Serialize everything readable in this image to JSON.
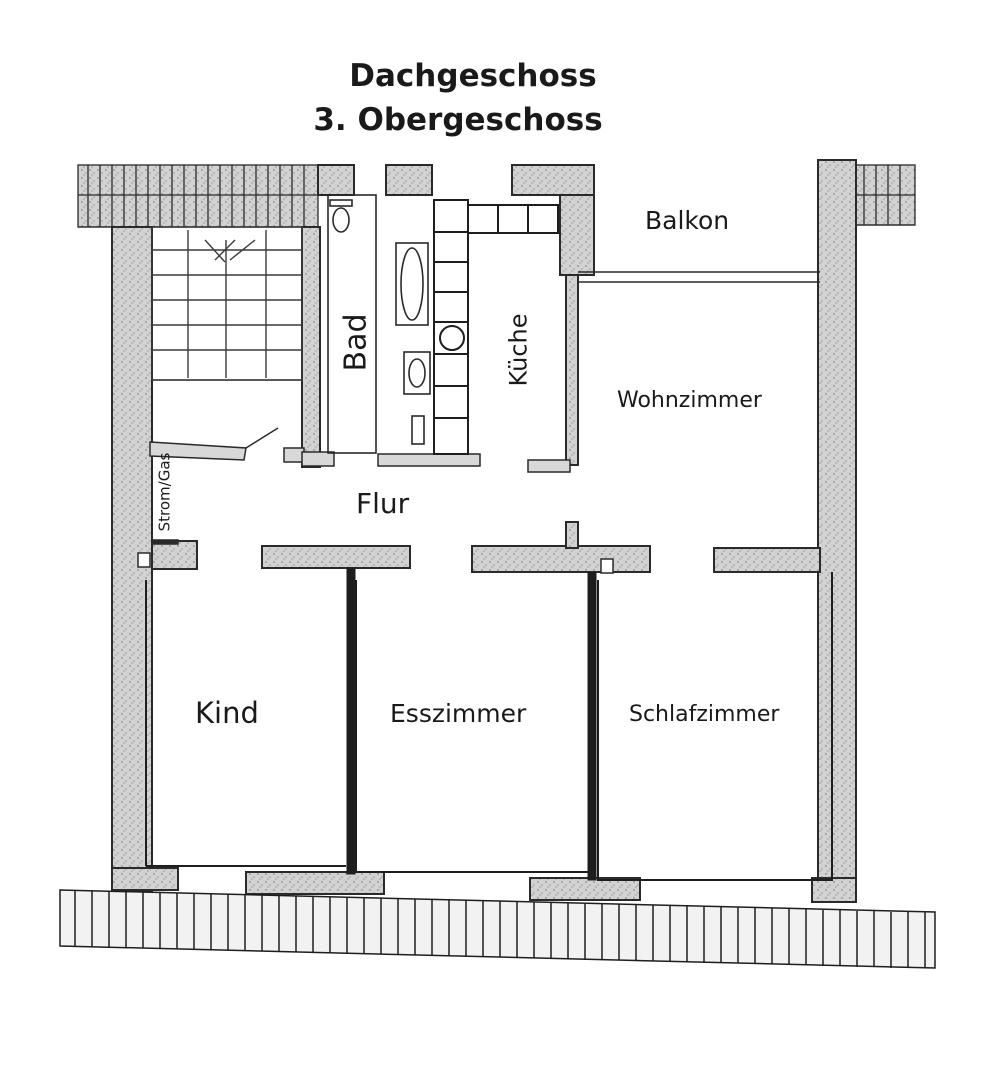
{
  "titles": {
    "line1": "Dachgeschoss",
    "line2": "3. Obergeschoss"
  },
  "rooms": {
    "balkon": "Balkon",
    "bad": "Bad",
    "kueche": "Küche",
    "wohnzimmer": "Wohnzimmer",
    "flur": "Flur",
    "strom_gas": "Strom/Gas",
    "kind": "Kind",
    "esszimmer": "Esszimmer",
    "schlafzimmer": "Schlafzimmer"
  },
  "colors": {
    "wall_fill": "#c9c9c9",
    "wall_stroke": "#2a2a2a",
    "line": "#2a2a2a",
    "background": "#ffffff"
  }
}
